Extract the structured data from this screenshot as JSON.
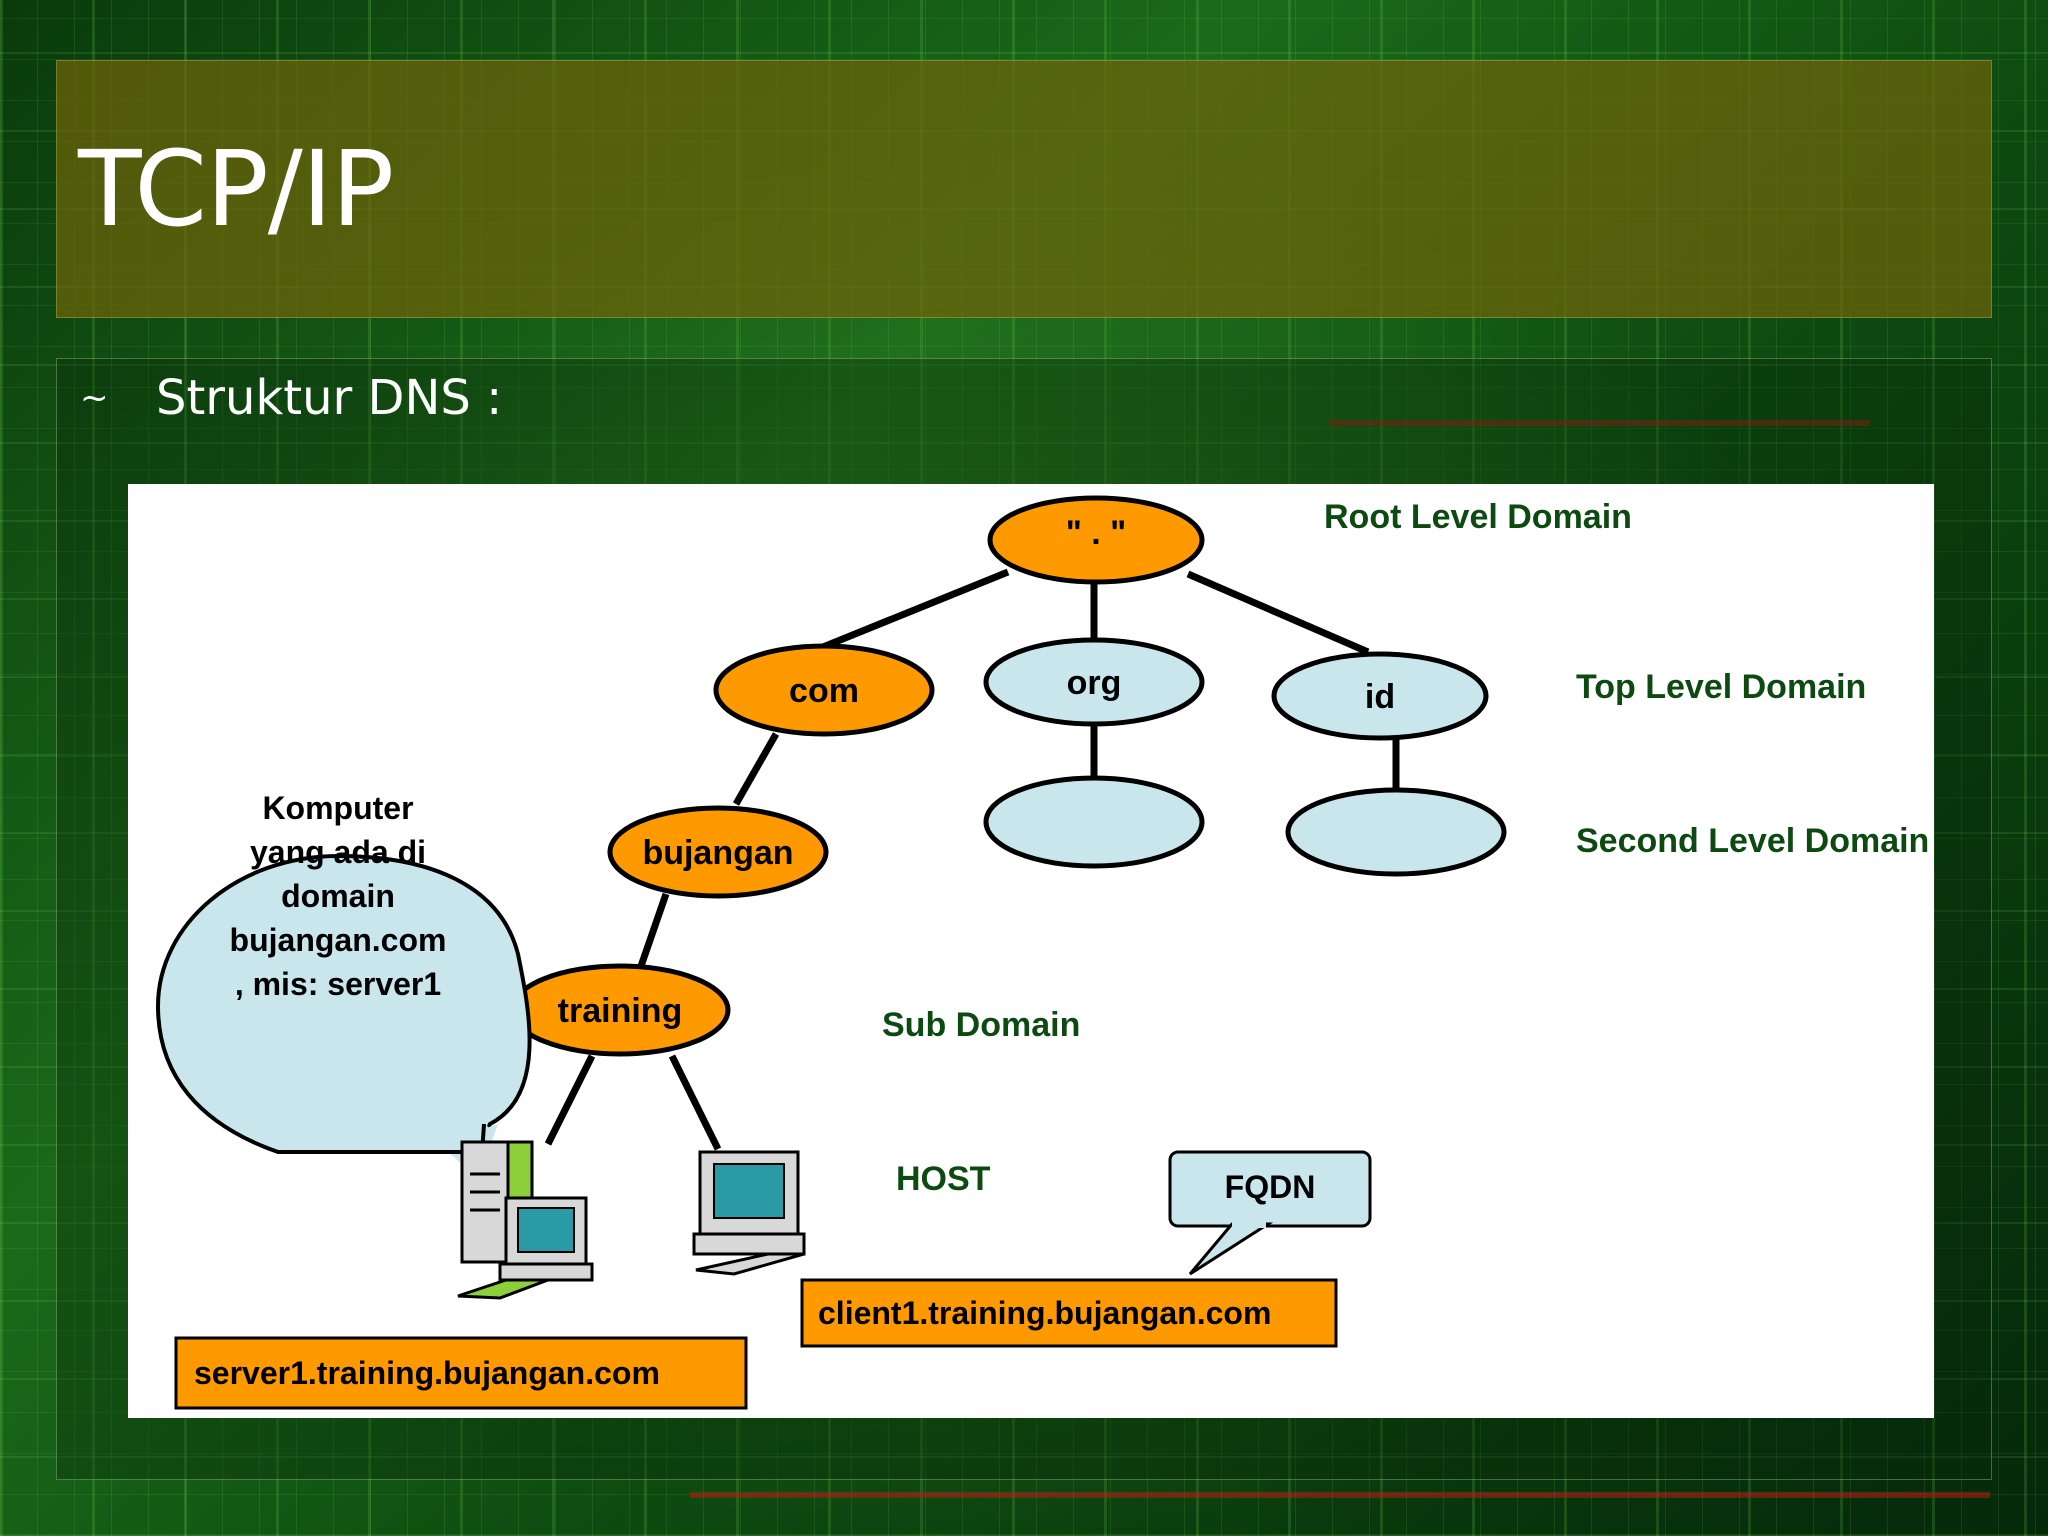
{
  "slide": {
    "title": "TCP/IP",
    "bullet_mark": "~",
    "bullet_text": "Struktur DNS :"
  },
  "diagram": {
    "nodes": {
      "root": "\" . \"",
      "com": "com",
      "org": "org",
      "id": "id",
      "bujangan": "bujangan",
      "training": "training"
    },
    "levels": {
      "root": "Root Level Domain",
      "top": "Top Level Domain",
      "second": "Second Level Domain",
      "sub": "Sub Domain",
      "host": "HOST"
    },
    "callout_lines": [
      "Komputer",
      "yang ada di",
      "domain",
      "bujangan.com",
      ", mis: server1"
    ],
    "fqdn_bubble": "FQDN",
    "fqdn_server": "server1.training.bujangan.com",
    "fqdn_client": "client1.training.bujangan.com",
    "colors": {
      "orange": "#ff9900",
      "light_blue": "#c9e6ec",
      "dark_green": "#0d4a12"
    }
  }
}
